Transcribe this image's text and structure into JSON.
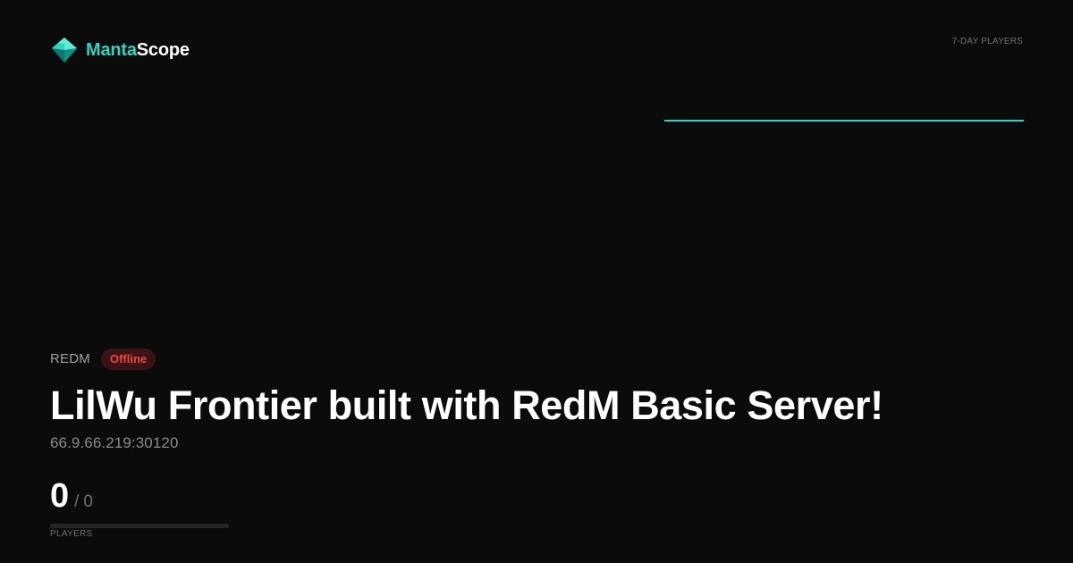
{
  "brand": {
    "name_part1": "Manta",
    "name_part2": "Scope",
    "logo_icon": "manta-diamond-icon",
    "accent_color": "#2dd4bf"
  },
  "chart": {
    "label": "7-DAY PLAYERS",
    "line_color": "#2dd4bf"
  },
  "chart_data": {
    "type": "line",
    "title": "7-DAY PLAYERS",
    "series": [
      {
        "values": [
          0,
          0,
          0,
          0,
          0,
          0,
          0
        ]
      }
    ],
    "ylim": [
      0,
      1
    ],
    "grid": false
  },
  "server": {
    "platform": "REDM",
    "status": "Offline",
    "status_color": "#ef4444",
    "title": "LilWu Frontier built with RedM Basic Server!",
    "address": "66.9.66.219:30120"
  },
  "players": {
    "current": "0",
    "separator": "/",
    "max": "0",
    "label": "PLAYERS",
    "fill_fraction": 0
  }
}
